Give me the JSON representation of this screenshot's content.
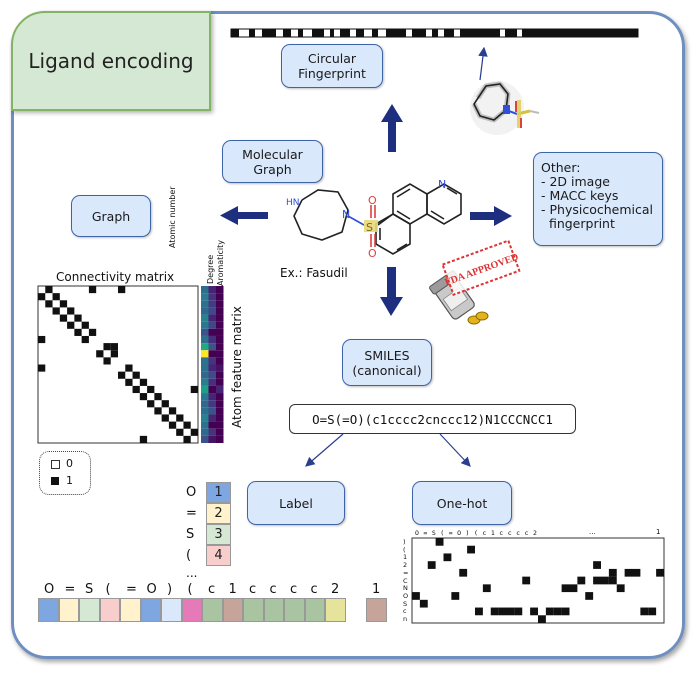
{
  "title": "Ligand encoding",
  "boxes": {
    "circular": "Circular Fingerprint",
    "molgraph": "Molecular Graph",
    "graph": "Graph",
    "smiles": "SMILES (canonical)",
    "label": "Label",
    "onehot": "One-hot"
  },
  "other": {
    "heading": "Other:",
    "items": [
      "- 2D image",
      "- MACC keys",
      "- Physicochemical",
      "  fingerprint"
    ]
  },
  "molecule": {
    "caption": "Ex.: Fasudil",
    "atoms": [
      "HN",
      "N",
      "S",
      "O",
      "O",
      "N"
    ]
  },
  "stamp": "FDA APPROVED",
  "smiles_string": "O=S(=O)(c1cccc2cnccc12)N1CCCNCC1",
  "connectivity": {
    "title": "Connectivity matrix",
    "legend": [
      "0",
      "1"
    ]
  },
  "feature": {
    "title": "Atom feature matrix",
    "columns": [
      "Atomic number",
      "Degree",
      "Aromaticity"
    ]
  },
  "label_encoding": {
    "rows": [
      {
        "token": "O",
        "index": "1",
        "color": "#7ea6e0"
      },
      {
        "token": "=",
        "index": "2",
        "color": "#fff2cc"
      },
      {
        "token": "S",
        "index": "3",
        "color": "#d5e8d4"
      },
      {
        "token": "(",
        "index": "4",
        "color": "#f8cecc"
      }
    ],
    "more": "...",
    "sequence_tokens": [
      "O",
      "=",
      "S",
      "(",
      "=",
      "O",
      ")",
      "(",
      "c",
      "1",
      "c",
      "c",
      "c",
      "c",
      "2"
    ],
    "sequence_more": "...",
    "sequence_last": "1",
    "sequence_colors": [
      "#7ea6e0",
      "#fff2cc",
      "#d5e8d4",
      "#f8cecc",
      "#fff2cc",
      "#7ea6e0",
      "#dae8fc",
      "#e67ab9",
      "#a9c4a0",
      "#c6a49a",
      "#a9c4a0",
      "#a9c4a0",
      "#a9c4a0",
      "#a9c4a0",
      "#e6e39c",
      "#ffffff",
      "#c6a49a"
    ]
  },
  "onehot": {
    "col_header": "O = S ( = O ) ( c 1 c c c c 2",
    "col_more": "...",
    "col_last": "1",
    "row_labels": [
      ")",
      "(",
      "1",
      "2",
      "=",
      "C",
      "N",
      "O",
      "S",
      "c",
      "n"
    ]
  }
}
